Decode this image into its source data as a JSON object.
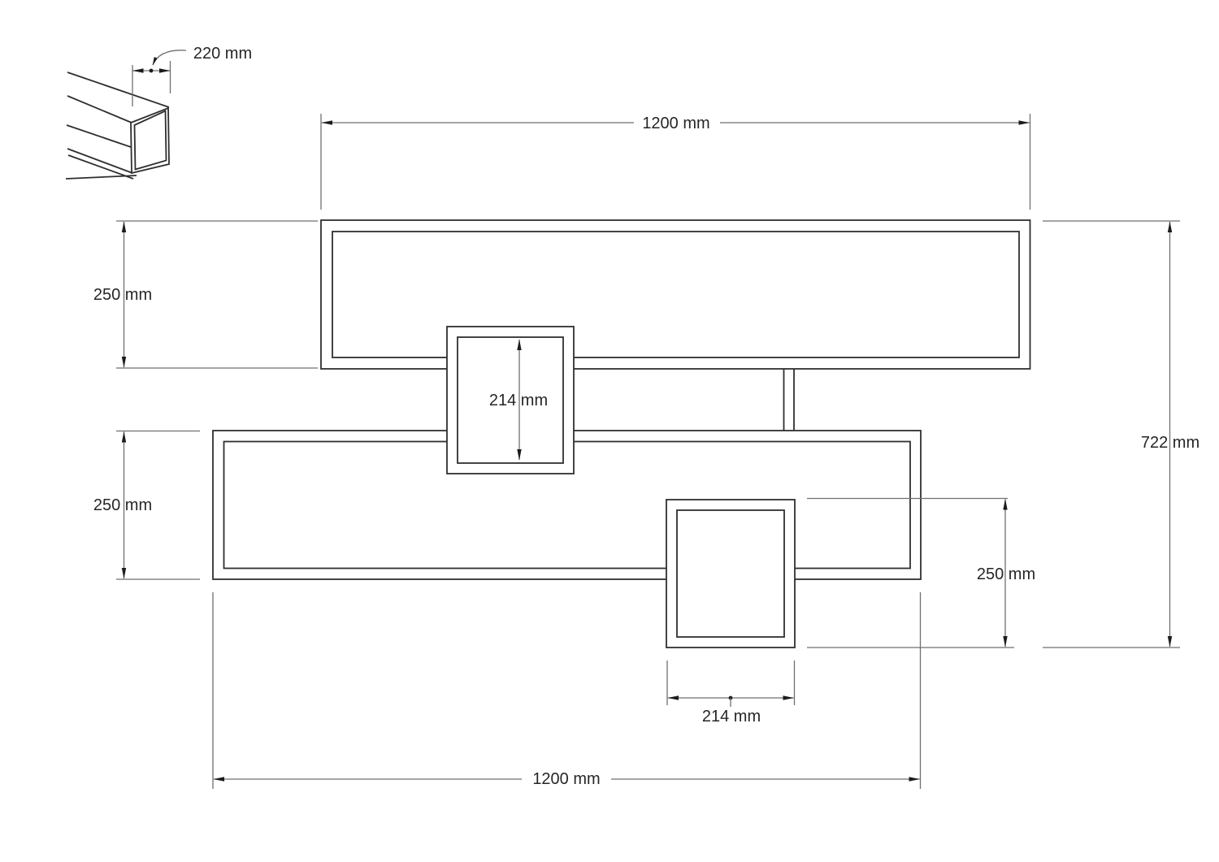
{
  "dimensions": {
    "detail_depth": "220 mm",
    "top_shelf_width": "1200 mm",
    "top_shelf_height": "250 mm",
    "middle_cube_height": "214 mm",
    "bottom_shelf_height": "250 mm",
    "overall_height": "722 mm",
    "side_cube_height": "250 mm",
    "side_cube_width": "214 mm",
    "bottom_shelf_width": "1200 mm"
  },
  "colors": {
    "background": "#ffffff",
    "structure_line": "#2f2f2f",
    "dimension_line": "#6f6f6f",
    "arrow": "#1c1c1c",
    "text": "#262626"
  }
}
